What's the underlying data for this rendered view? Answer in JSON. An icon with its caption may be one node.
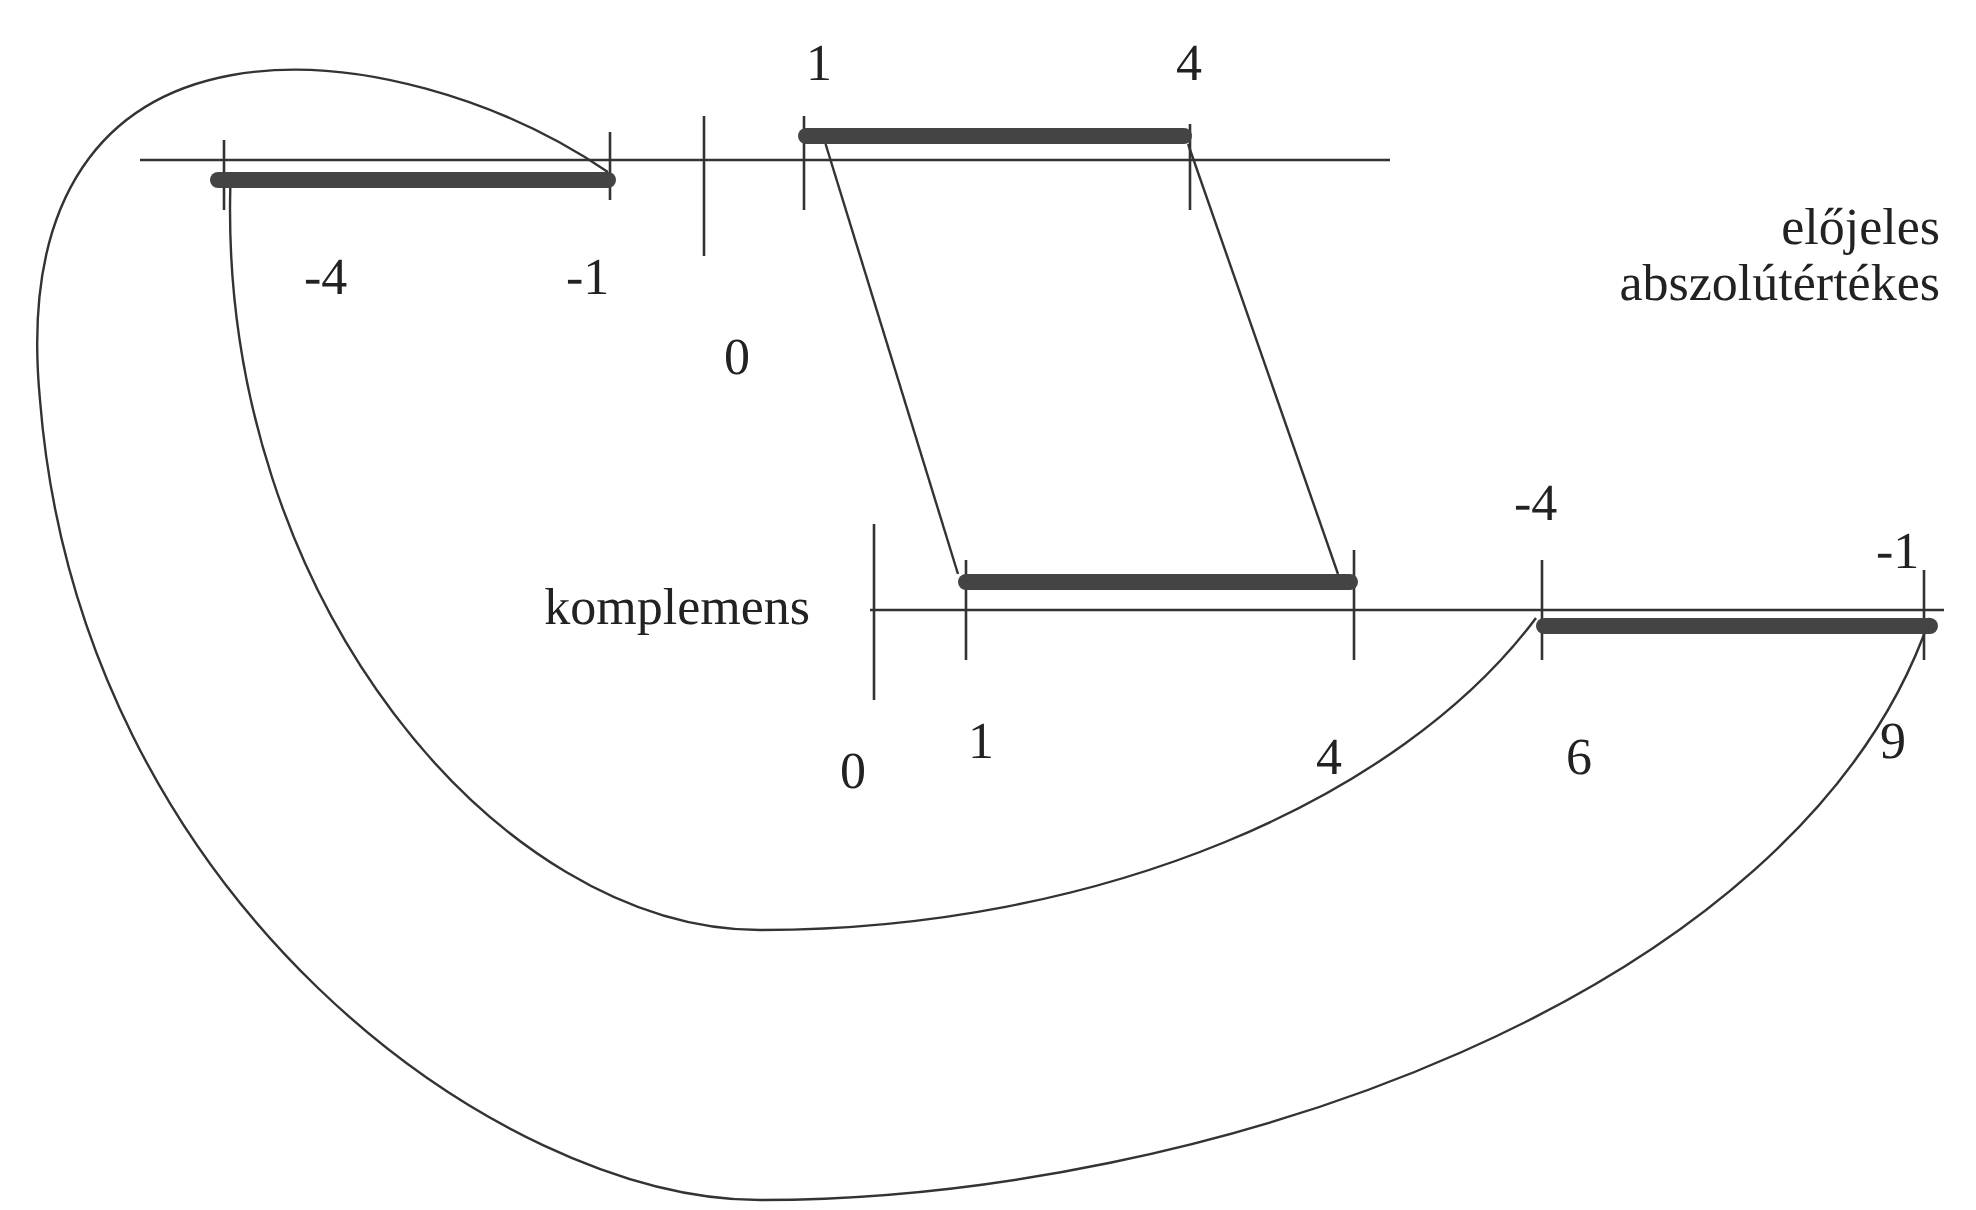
{
  "diagram": {
    "nodes": [
      {
        "text": [],
        "shape": "bar"
      },
      {
        "text": [],
        "shape": "bar"
      },
      {
        "text": [],
        "shape": "bar"
      },
      {
        "text": [],
        "shape": "bar"
      }
    ],
    "edges": [
      {
        "from": 1,
        "to": 2,
        "arrow": "none"
      },
      {
        "from": 1,
        "to": 2,
        "arrow": "none"
      },
      {
        "from": 0,
        "to": 3,
        "arrow": "none"
      },
      {
        "from": 0,
        "to": 3,
        "arrow": "none"
      }
    ],
    "labels": [
      "1",
      "4",
      "előjeles abszolútértékes",
      "-4",
      "-1",
      "0",
      "-4",
      "-1",
      "komplemens",
      "0",
      "1",
      "4",
      "6",
      "9"
    ]
  }
}
